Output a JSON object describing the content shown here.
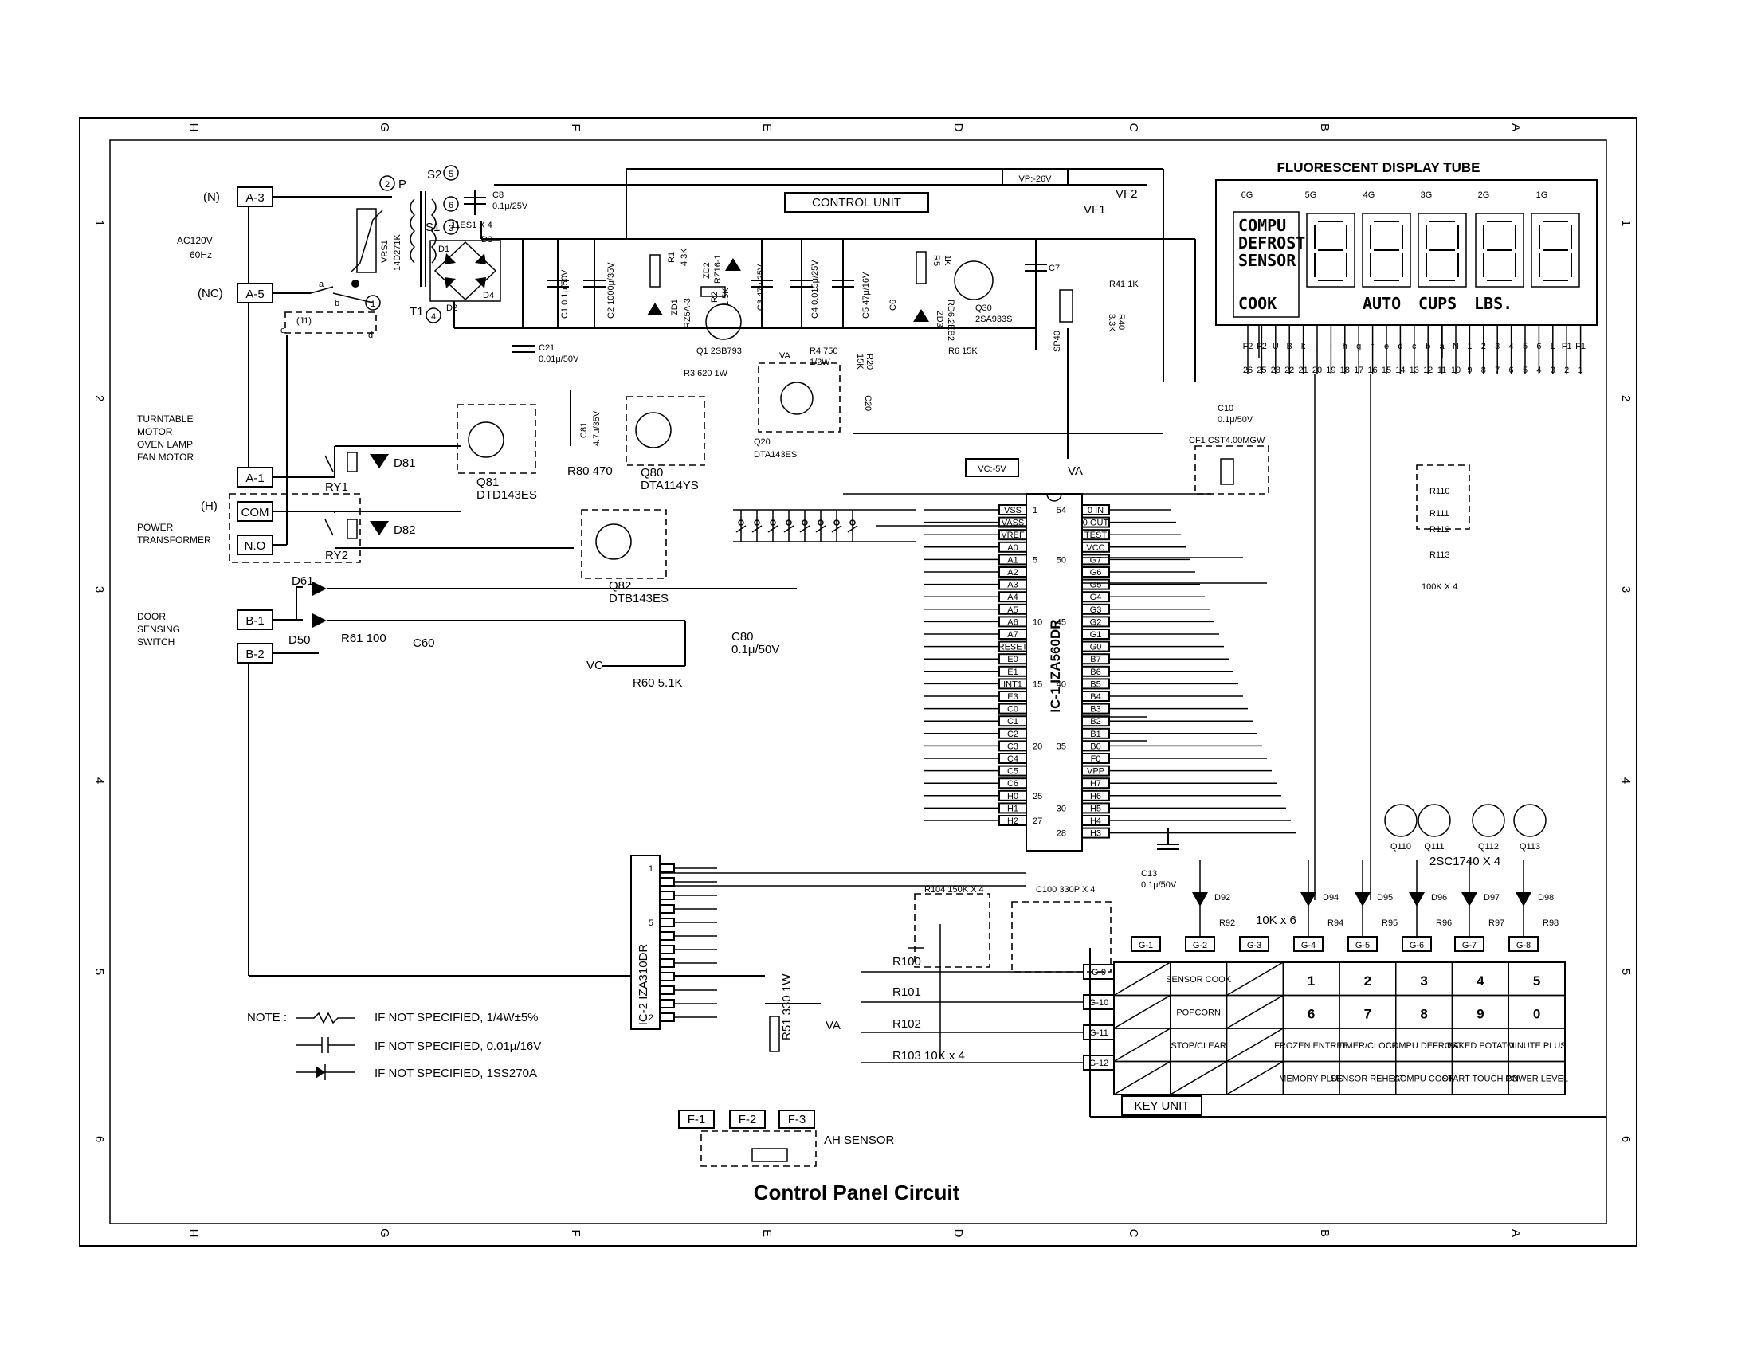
{
  "title": "Control Panel Circuit",
  "grid": {
    "top": [
      "H",
      "G",
      "F",
      "E",
      "D",
      "C",
      "B",
      "A"
    ],
    "left": [
      "1",
      "2",
      "3",
      "4",
      "5",
      "6"
    ]
  },
  "labels": {
    "n": "(N)",
    "nc": "(NC)",
    "h": "(H)",
    "ac": "AC120V",
    "hz": "60Hz",
    "turntable": "TURNTABLE",
    "motor": "MOTOR",
    "ovenlamp": "OVEN LAMP",
    "fanmotor": "FAN MOTOR",
    "power": "POWER",
    "transformer": "TRANSFORMER",
    "door": "DOOR",
    "sensing": "SENSING",
    "switch": "SWITCH",
    "controlunit": "CONTROL UNIT",
    "vp": "VP:-26V",
    "vf2": "VF2",
    "vf1": "VF1",
    "vc": "VC:-5V",
    "va": "VA",
    "vcin": "VC",
    "va2": "VA",
    "fdt": "FLUORESCENT DISPLAY TUBE",
    "keyunit": "KEY UNIT",
    "ahsensor": "AH SENSOR",
    "j1": "(J1)",
    "p": "P",
    "s1": "S1",
    "s2": "S2",
    "t1": "T1",
    "ry1": "RY1",
    "ry2": "RY2",
    "c8": "C8",
    "c8v": "0.1μ/25V",
    "es": "11ES1 X 4",
    "d1": "D1",
    "d2": "D2",
    "d3": "D3",
    "d4": "D4",
    "d81": "D81",
    "d82": "D82",
    "d61": "D61",
    "d50": "D50",
    "vrs1": "VRS1",
    "vrs1v": "14D271K",
    "c1": "C1 0.1μ/50V",
    "c2": "C2 1000μ/35V",
    "c21": "C21",
    "c21v": "0.01μ/50V",
    "r1": "R1",
    "r1v": "4.3K",
    "zd1": "ZD1",
    "zd1v": "RZ5A-3",
    "zd2": "ZD2",
    "zd2v": "RZ16-1",
    "r2": "R2",
    "r2v": "1.5K",
    "c3": "C3 47μ/25V",
    "q1": "Q1 2SB793",
    "r3": "R3 620 1W",
    "c4": "C4 0.015μ/25V",
    "c5": "C5 47μ/16V",
    "c6": "C6",
    "r4": "R4 750",
    "r4v": "1/2W",
    "r20": "R20",
    "r20v": "15K",
    "c20": "C20",
    "q20": "Q20",
    "q20v": "DTA143ES",
    "r5": "R5",
    "r5v": "1K",
    "zd3": "ZD3",
    "zd3v": "RD6.2EB2",
    "q30": "Q30",
    "q30v": "2SA933S",
    "r6": "R6 15K",
    "c7": "C7",
    "r41": "R41 1K",
    "r40": "R40",
    "r40v": "3.3K",
    "sp40": "SP40",
    "c10": "C10",
    "c10v": "0.1μ/50V",
    "cf1": "CF1 CST4.00MGW",
    "q81": "Q81",
    "q81v": "DTD143ES",
    "c81": "C81",
    "c81v": "4.7μ/35V",
    "r80": "R80 470",
    "q80": "Q80",
    "q80v": "DTA114YS",
    "q82": "Q82",
    "q82v": "DTB143ES",
    "r61": "R61 100",
    "c60": "C60",
    "c80": "C80",
    "c80v": "0.1μ/50V",
    "r60": "R60 5.1K",
    "ic1": "IC-1  IZA560DR",
    "ic2": "IC-2  IZA310DR",
    "r110": "R110",
    "r111": "R111",
    "r112": "R112",
    "r113": "R113",
    "r11x": "100K X 4",
    "q110": "Q110",
    "q111": "Q111",
    "q112": "Q112",
    "q113": "Q113",
    "q11x": "2SC1740 X 4",
    "c13": "C13",
    "c13v": "0.1μ/50V",
    "d92": "D92",
    "d94": "D94",
    "d95": "D95",
    "d96": "D96",
    "d97": "D97",
    "d98": "D98",
    "r92": "R92",
    "r94": "R94",
    "r95": "R95",
    "r96": "R96",
    "r97": "R97",
    "r98": "R98",
    "r9x": "10K x 6",
    "r104": "R104  150K X 4",
    "c100": "C100  330P X 4",
    "r100": "R100",
    "r101": "R101",
    "r102": "R102",
    "r103": "R103  10K x 4",
    "r51": "R51  330 1W",
    "f1": "F-1",
    "f2": "F-2",
    "f3": "F-3",
    "a3": "A-3",
    "a5": "A-5",
    "a1": "A-1",
    "com": "COM",
    "no": "N.O",
    "b1": "B-1",
    "b2": "B-2",
    "note": "NOTE :",
    "note1": "IF NOT SPECIFIED, 1/4W±5%",
    "note2": "IF NOT SPECIFIED, 0.01μ/16V",
    "note3": "IF NOT SPECIFIED, 1SS270A"
  },
  "ic1_left": [
    "VSS",
    "VASS",
    "VREF",
    "A0",
    "A1",
    "A2",
    "A3",
    "A4",
    "A5",
    "A6",
    "A7",
    "RESET",
    "E0",
    "E1",
    "INT1",
    "E3",
    "C0",
    "C1",
    "C2",
    "C3",
    "C4",
    "C5",
    "C6",
    "H0",
    "H1",
    "H2"
  ],
  "ic1_right": [
    "0 IN",
    "0 OUT",
    "TEST",
    "VCC",
    "G7",
    "G6",
    "G5",
    "G4",
    "G3",
    "G2",
    "G1",
    "G0",
    "B7",
    "B6",
    "B5",
    "B4",
    "B3",
    "B2",
    "B1",
    "B0",
    "F0",
    "VPP",
    "H7",
    "H6",
    "H5",
    "H4",
    "H3"
  ],
  "ic1_nums_left": [
    "1",
    "5",
    "10",
    "15",
    "20",
    "25",
    "27"
  ],
  "ic1_nums_right": [
    "54",
    "50",
    "45",
    "40",
    "35",
    "30",
    "28"
  ],
  "display": {
    "grids": [
      "6G",
      "5G",
      "4G",
      "3G",
      "2G",
      "1G"
    ],
    "words": [
      "COMPU",
      "DEFROST",
      "SENSOR",
      "COOK",
      "AUTO",
      "CUPS",
      "LBS."
    ],
    "pins_top": [
      "F2",
      "F2",
      "U",
      "B",
      "k",
      "j",
      "i",
      "h",
      "g",
      "f",
      "e",
      "d",
      "c",
      "b",
      "a",
      "N",
      "1",
      "2",
      "3",
      "4",
      "5",
      "6",
      "L",
      "F1",
      "F1"
    ],
    "pins_bot": [
      "26",
      "25",
      "23",
      "22",
      "21",
      "20",
      "19",
      "18",
      "17",
      "16",
      "15",
      "14",
      "13",
      "12",
      "11",
      "10",
      "9",
      "8",
      "7",
      "6",
      "5",
      "4",
      "3",
      "2",
      "1"
    ]
  },
  "key_grid": {
    "cols": [
      "G-1",
      "G-2",
      "G-3",
      "G-4",
      "G-5",
      "G-6",
      "G-7",
      "G-8"
    ],
    "rows": [
      "G-9",
      "G-10",
      "G-11",
      "G-12"
    ]
  },
  "keys": [
    [
      "",
      "SENSOR COOK",
      "",
      "1",
      "2",
      "3",
      "4",
      "5"
    ],
    [
      "",
      "POPCORN",
      "",
      "6",
      "7",
      "8",
      "9",
      "0"
    ],
    [
      "",
      "STOP/CLEAR",
      "",
      "FROZEN ENTREE",
      "TIMER/CLOCK",
      "COMPU DEFROST",
      "BAKED POTATO",
      "MINUTE PLUS"
    ],
    [
      "",
      "",
      "",
      "MEMORY PLUS",
      "SENSOR REHEAT",
      "COMPU COOK",
      "START TOUCH ON",
      "POWER LEVEL"
    ]
  ],
  "ic2_pins": [
    "1",
    "",
    "",
    "",
    "5",
    "",
    "",
    "",
    "",
    "",
    "",
    "12"
  ]
}
